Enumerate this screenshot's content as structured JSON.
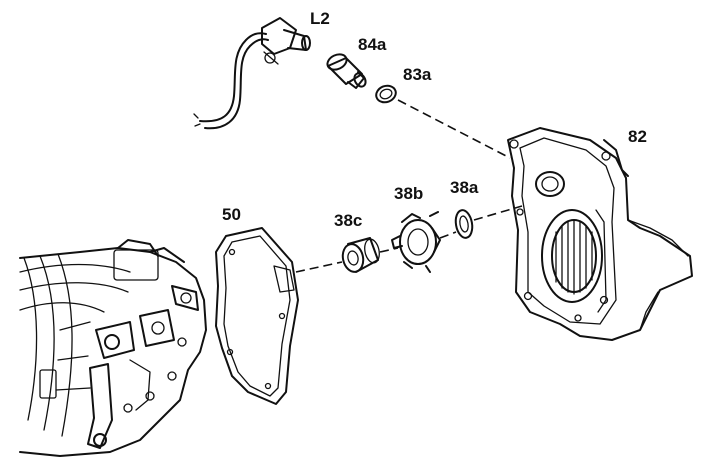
{
  "labels": {
    "l2": "L2",
    "p84a": "84a",
    "p83a": "83a",
    "p82": "82",
    "p50": "50",
    "p38c": "38c",
    "p38b": "38b",
    "p38a": "38a"
  }
}
